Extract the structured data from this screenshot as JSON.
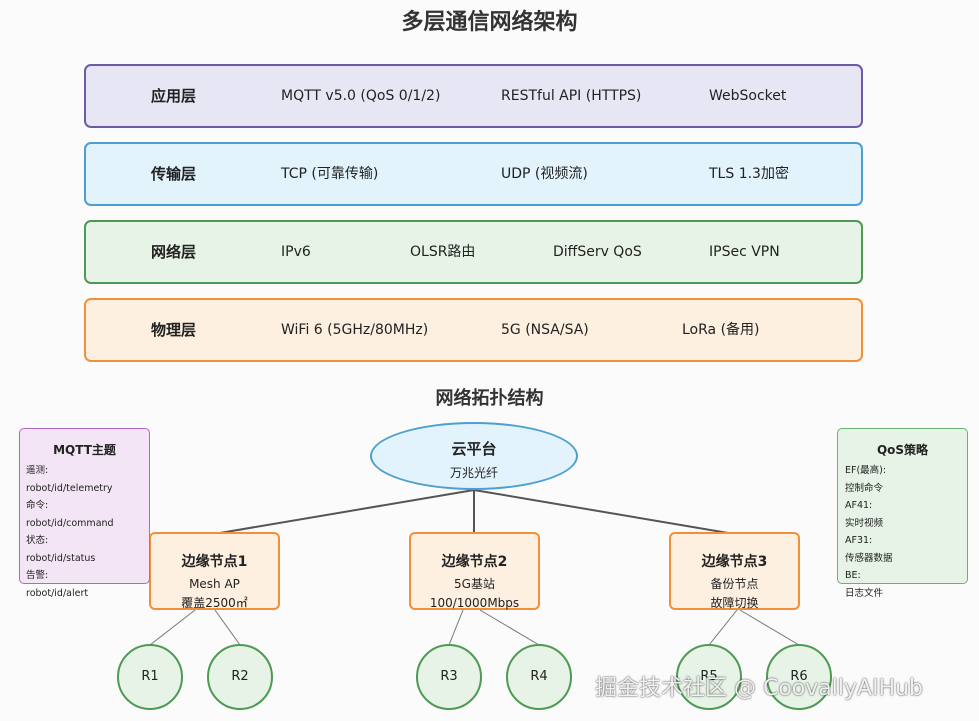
{
  "titles": {
    "main": "多层通信网络架构",
    "topology": "网络拓扑结构"
  },
  "layers": {
    "application": {
      "name": "应用层",
      "items": [
        "MQTT v5.0 (QoS 0/1/2)",
        "RESTful API (HTTPS)",
        "WebSocket"
      ]
    },
    "transport": {
      "name": "传输层",
      "items": [
        "TCP (可靠传输)",
        "UDP (视频流)",
        "TLS 1.3加密"
      ]
    },
    "network": {
      "name": "网络层",
      "items": [
        "IPv6",
        "OLSR路由",
        "DiffServ QoS",
        "IPSec VPN"
      ]
    },
    "physical": {
      "name": "物理层",
      "items": [
        "WiFi 6 (5GHz/80MHz)",
        "5G (NSA/SA)",
        "LoRa (备用)"
      ]
    }
  },
  "cloud": {
    "name": "云平台",
    "sub": "万兆光纤"
  },
  "edges": [
    {
      "name": "边缘节点1",
      "line1": "Mesh AP",
      "line2": "覆盖2500㎡"
    },
    {
      "name": "边缘节点2",
      "line1": "5G基站",
      "line2": "100/1000Mbps"
    },
    {
      "name": "边缘节点3",
      "line1": "备份节点",
      "line2": "故障切换"
    }
  ],
  "robots": [
    "R1",
    "R2",
    "R3",
    "R4",
    "R5",
    "R6"
  ],
  "mqtt_panel": {
    "title": "MQTT主题",
    "lines": [
      "遥测:",
      "robot/id/telemetry",
      "命令:",
      "robot/id/command",
      "状态:",
      "robot/id/status",
      "告警:",
      "robot/id/alert"
    ]
  },
  "qos_panel": {
    "title": "QoS策略",
    "lines": [
      "EF(最高):",
      "控制命令",
      "AF41:",
      "实时视频",
      "AF31:",
      "传感器数据",
      "BE:",
      "日志文件"
    ]
  },
  "watermark": "掘金技术社区 @ CoovallyAIHub",
  "colors": {
    "application": "#6f5aa6",
    "transport": "#4d9fd0",
    "network": "#4e9a53",
    "physical": "#f1903a"
  }
}
